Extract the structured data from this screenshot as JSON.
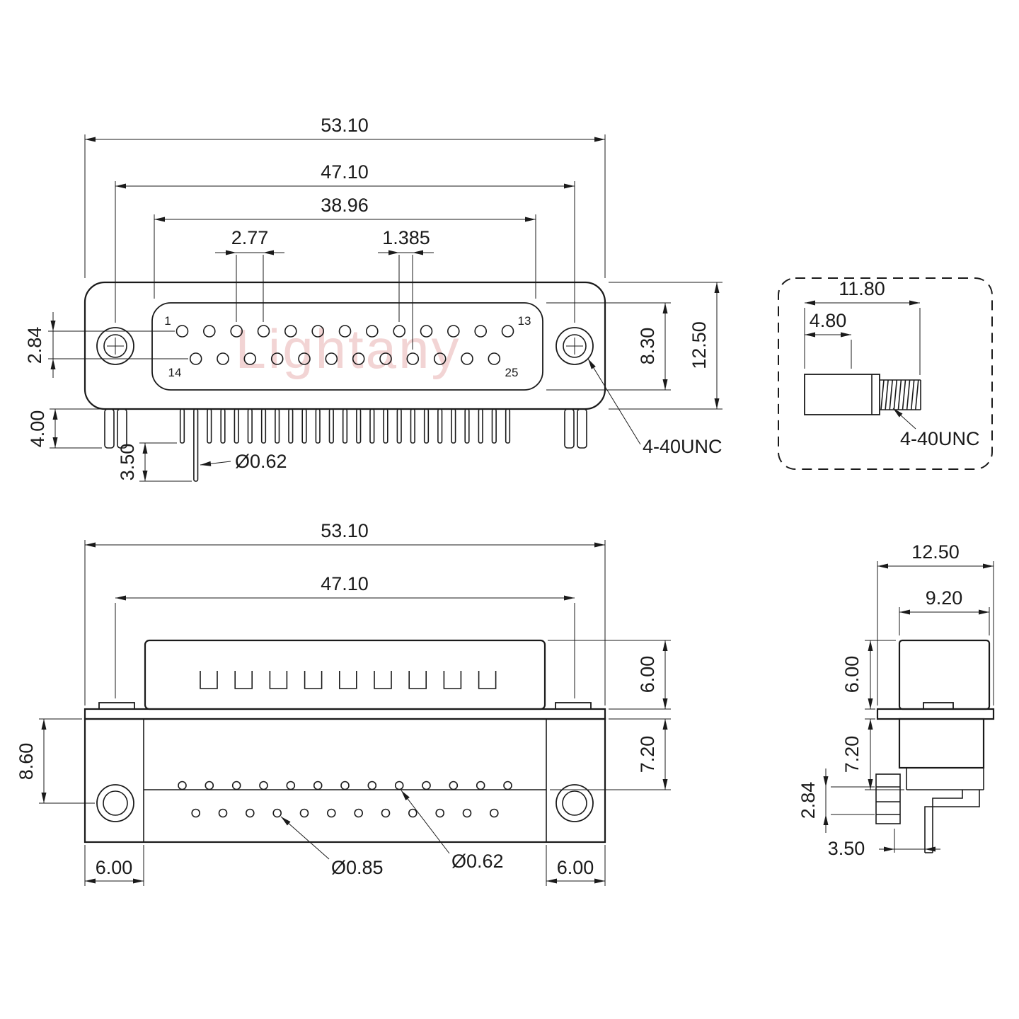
{
  "watermark": "Lightany",
  "front_view": {
    "dim_overall_width": "53.10",
    "dim_mount_spacing": "47.10",
    "dim_pin_span": "38.96",
    "dim_pitch": "2.77",
    "dim_half_pitch": "1.385",
    "dim_row_spacing": "2.84",
    "dim_bracket_length": "4.00",
    "dim_pin_tail": "3.50",
    "dim_insert_height": "8.30",
    "dim_body_height": "12.50",
    "label_pin_dia": "Ø0.62",
    "label_thread": "4-40UNC",
    "pin1": "1",
    "pin13": "13",
    "pin14": "14",
    "pin25": "25"
  },
  "screw_detail": {
    "dim_total_length": "11.80",
    "dim_head_length": "4.80",
    "label_thread": "4-40UNC"
  },
  "bottom_view": {
    "dim_overall_width": "53.10",
    "dim_mount_spacing": "47.10",
    "dim_shell_height": "6.00",
    "dim_body_height": "7.20",
    "dim_mount_offset": "8.60",
    "dim_ear_width_left": "6.00",
    "dim_ear_width_right": "6.00",
    "label_hole_dia_large": "Ø0.85",
    "label_hole_dia_small": "Ø0.62"
  },
  "side_view": {
    "dim_depth": "12.50",
    "dim_shell_depth": "9.20",
    "dim_shell_height": "6.00",
    "dim_body_height": "7.20",
    "dim_row_spacing": "2.84",
    "dim_pin_offset": "3.50"
  }
}
